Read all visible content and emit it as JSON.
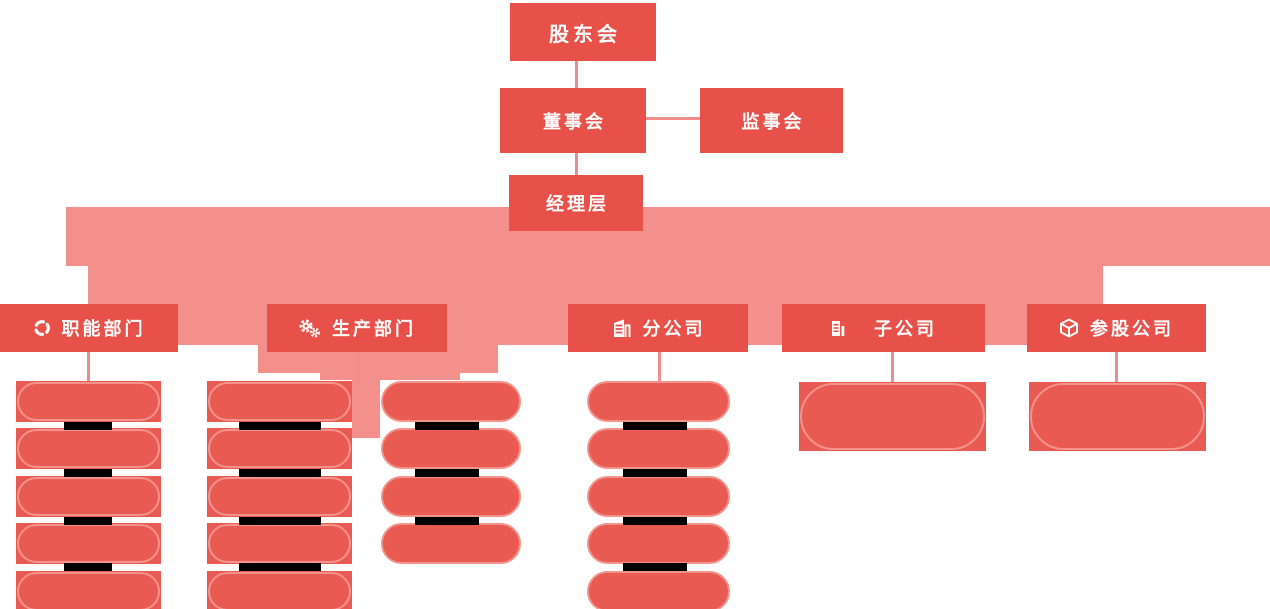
{
  "org_chart": {
    "top_nodes": {
      "shareholders": "股东会",
      "board_of_directors": "董事会",
      "board_of_supervisors": "监事会",
      "management_team": "经理层"
    },
    "branches": [
      {
        "label": "职能部门",
        "icon": "circular-arrows-icon",
        "sub_item_pills": 5
      },
      {
        "label": "生产部门",
        "icon": "gears-icon",
        "sub_item_pills": 9
      },
      {
        "label": "分公司",
        "icon": "building-flag-icon",
        "sub_item_pills": 5
      },
      {
        "label": "子公司",
        "icon": "building-icon",
        "sub_item_pills": 1
      },
      {
        "label": "参股公司",
        "icon": "cube-icon",
        "sub_item_pills": 1
      }
    ],
    "sub_item_labels_redacted": true,
    "redacted_bar_count": 15
  },
  "colors": {
    "node_red": "#E85149",
    "pill_red": "#E85A52",
    "overlay_pink": "#F4908C",
    "pill_outline_pink": "#F2938C",
    "connector_pink": "#F08D8A",
    "redacted_bar_black": "#000000",
    "text_white": "#FFFFFF"
  }
}
